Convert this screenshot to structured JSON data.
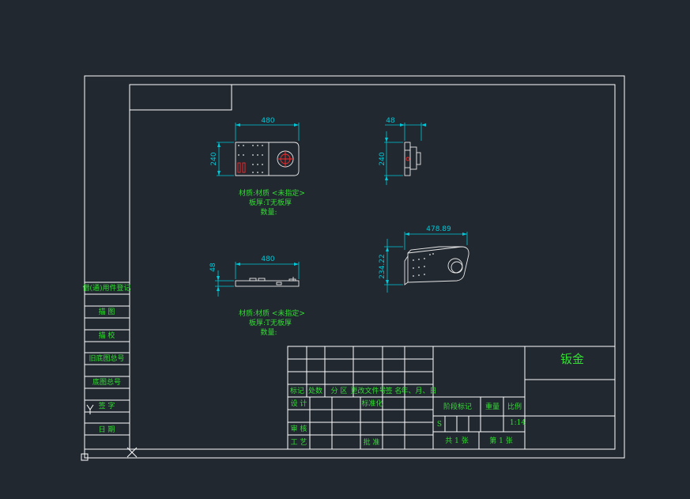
{
  "colors": {
    "background": "#212830",
    "frame": "#ffffff",
    "dimension": "#00c8d8",
    "annotation": "#33dd33",
    "hole_marker": "#ff2a2a"
  },
  "views": {
    "top": {
      "width_dim": "480",
      "height_dim": "240"
    },
    "side": {
      "width_dim": "48",
      "height_dim": "240"
    },
    "front": {
      "width_dim": "480",
      "height_dim": "48"
    },
    "iso": {
      "width_dim": "478.89",
      "height_dim": "234.22"
    }
  },
  "notes": {
    "upper": {
      "material": "材质:材质 <未指定>",
      "thickness": "板厚:T无板厚",
      "quantity": "数量:"
    },
    "lower": {
      "material": "材质:材质 <未指定>",
      "thickness": "板厚:T无板厚",
      "quantity": "数量:"
    }
  },
  "left_strip": {
    "labels": [
      "借(通)用件登记",
      "描 图",
      "描 校",
      "旧底图总号",
      "底图总号",
      "签 字",
      "日 期"
    ]
  },
  "title_block": {
    "part_name": "钣金",
    "revision_header": [
      "标记",
      "处数",
      "分 区",
      "更改文件号",
      "签 名",
      "年、月、日"
    ],
    "design": "设 计",
    "standardization": "标准化",
    "review": "审 核",
    "process": "工 艺",
    "approve": "批 准",
    "stage_mark": "阶段标记",
    "weight": "重量",
    "scale_label": "比例",
    "stage_value": "S",
    "scale_value": "1:14",
    "sheets_total": "共 1 张",
    "sheet_current": "第 1 张"
  }
}
